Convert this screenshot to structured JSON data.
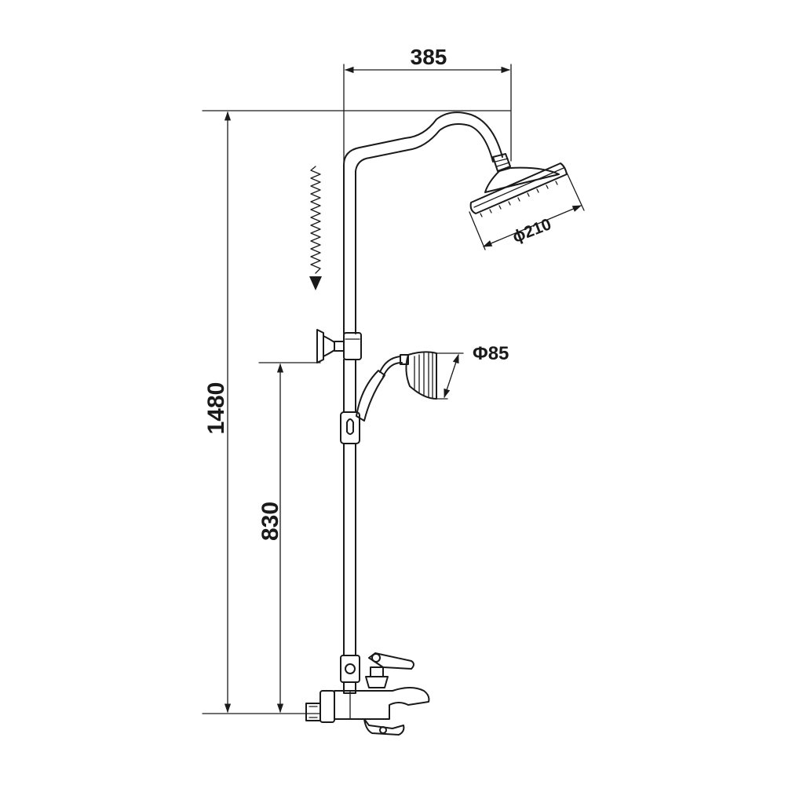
{
  "dimensions": {
    "total_height": "1480",
    "width": "385",
    "shelf_height": "830",
    "head_diameter": "ϕ210",
    "hand_diameter": "Φ85"
  },
  "colors": {
    "line": "#1a1a1a",
    "background": "#ffffff"
  }
}
